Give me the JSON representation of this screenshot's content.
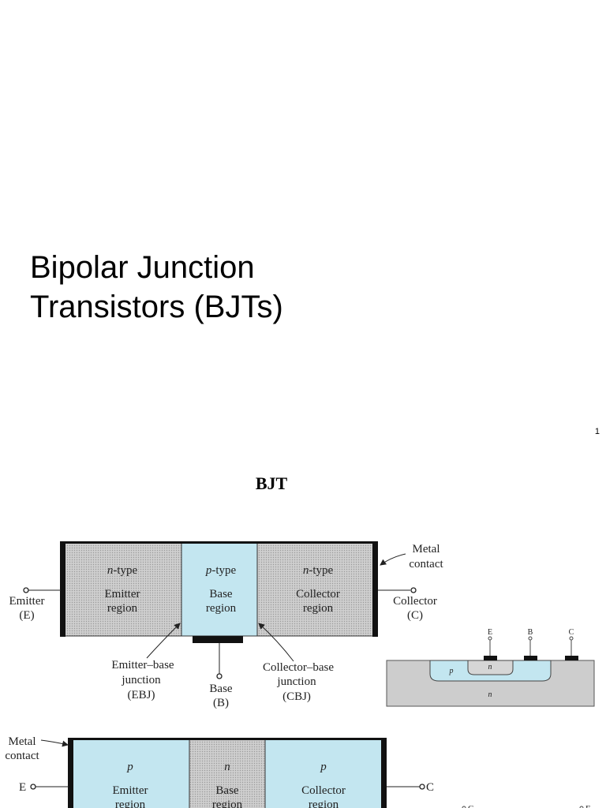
{
  "slide1": {
    "title_line1": "Bipolar Junction",
    "title_line2": "Transistors (BJTs)",
    "page_number": "1"
  },
  "slide2": {
    "title": "BJT",
    "npn": {
      "regions": [
        {
          "type_prefix": "n",
          "type_suffix": "-type",
          "line1": "Emitter",
          "line2": "region"
        },
        {
          "type_prefix": "p",
          "type_suffix": "-type",
          "line1": "Base",
          "line2": "region"
        },
        {
          "type_prefix": "n",
          "type_suffix": "-type",
          "line1": "Collector",
          "line2": "region"
        }
      ],
      "metal_contact": [
        "Metal",
        "contact"
      ],
      "emitter": [
        "Emitter",
        "(E)"
      ],
      "collector": [
        "Collector",
        "(C)"
      ],
      "base": [
        "Base",
        "(B)"
      ],
      "ebj": [
        "Emitter–base",
        "junction",
        "(EBJ)"
      ],
      "cbj": [
        "Collector–base",
        "junction",
        "(CBJ)"
      ]
    },
    "cross_section": {
      "terminals": [
        "E",
        "B",
        "C"
      ],
      "p_label": "p",
      "n_inner_label": "n",
      "n_substrate_label": "n"
    },
    "pnp": {
      "regions": [
        {
          "type": "p",
          "line1": "Emitter",
          "line2": "region"
        },
        {
          "type": "n",
          "line1": "Base",
          "line2": "region"
        },
        {
          "type": "p",
          "line1": "Collector",
          "line2": "region"
        }
      ],
      "metal_contact": [
        "Metal",
        "contact"
      ],
      "e_terminal": "E",
      "c_terminal": "C",
      "right_labels": [
        "C",
        "E"
      ]
    },
    "colors": {
      "base_region": "#c3e6f0",
      "gray_region": "#c8c8c8",
      "metal": "#111111"
    }
  }
}
